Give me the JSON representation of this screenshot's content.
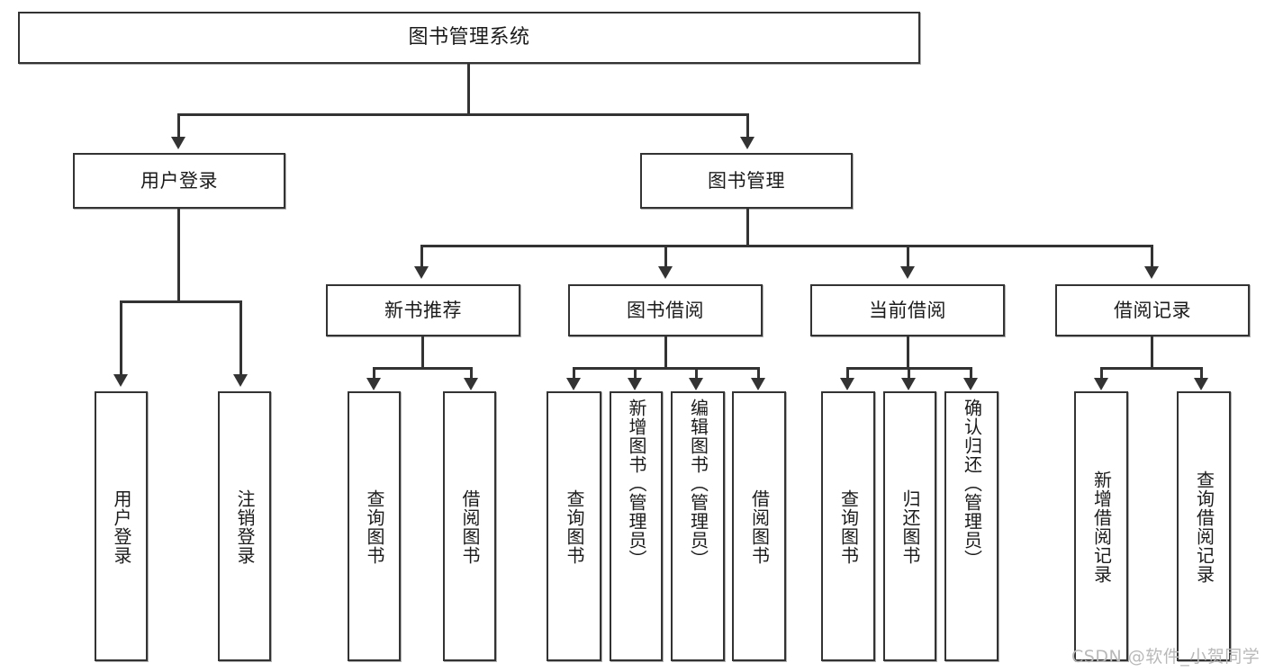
{
  "diagram": {
    "type": "tree-hierarchy",
    "title": "图书管理系统",
    "orientation": "top-down",
    "colors": {
      "box_border": "#333333",
      "box_fill": "#ffffff",
      "connector": "#333333",
      "text": "#1b1b1b",
      "watermark": "#b9b9b9",
      "background": "#ffffff"
    },
    "levels": {
      "root": "图书管理系统",
      "level2": [
        "用户登录",
        "图书管理"
      ],
      "level3": [
        "新书推荐",
        "图书借阅",
        "当前借阅",
        "借阅记录"
      ]
    }
  },
  "root": {
    "label": "图书管理系统"
  },
  "level2": [
    {
      "id": "user-login",
      "label": "用户登录"
    },
    {
      "id": "book-manage",
      "label": "图书管理"
    }
  ],
  "level3": [
    {
      "id": "new-book-recommend",
      "label": "新书推荐"
    },
    {
      "id": "book-borrow",
      "label": "图书借阅"
    },
    {
      "id": "current-borrow",
      "label": "当前借阅"
    },
    {
      "id": "borrow-record",
      "label": "借阅记录"
    }
  ],
  "leaves": {
    "user_login": [
      {
        "id": "leaf-user-login",
        "label": "用户登录"
      },
      {
        "id": "leaf-logout-login",
        "label": "注销登录"
      }
    ],
    "new_book_recommend": [
      {
        "id": "leaf-query-book-1",
        "label": "查询图书"
      },
      {
        "id": "leaf-borrow-book-1",
        "label": "借阅图书"
      }
    ],
    "book_borrow": [
      {
        "id": "leaf-query-book-2",
        "label": "查询图书"
      },
      {
        "id": "leaf-add-book",
        "label": "新增图书（管理员）"
      },
      {
        "id": "leaf-edit-book",
        "label": "编辑图书（管理员）"
      },
      {
        "id": "leaf-borrow-book-2",
        "label": "借阅图书"
      }
    ],
    "current_borrow": [
      {
        "id": "leaf-query-book-3",
        "label": "查询图书"
      },
      {
        "id": "leaf-return-book",
        "label": "归还图书"
      },
      {
        "id": "leaf-confirm-return",
        "label": "确认归还（管理员）"
      }
    ],
    "borrow_record": [
      {
        "id": "leaf-add-record",
        "label": "新增借阅记录"
      },
      {
        "id": "leaf-query-record",
        "label": "查询借阅记录"
      }
    ]
  },
  "watermark": {
    "text": "CSDN @软件_小贺同学"
  }
}
